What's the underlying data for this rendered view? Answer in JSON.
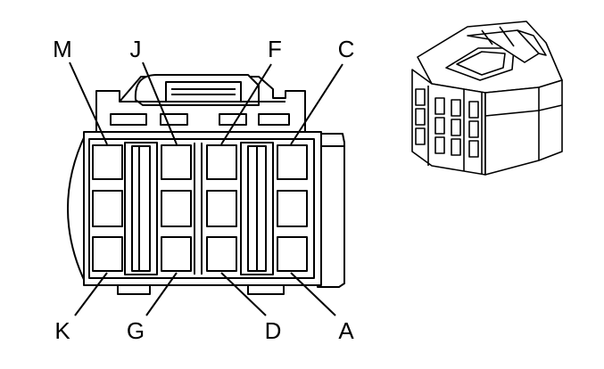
{
  "diagram": {
    "pin_labels_top": [
      "M",
      "J",
      "F",
      "C"
    ],
    "pin_labels_bottom": [
      "K",
      "G",
      "D",
      "A"
    ]
  },
  "colors": {
    "stroke": "#000000",
    "fill": "#ffffff"
  }
}
